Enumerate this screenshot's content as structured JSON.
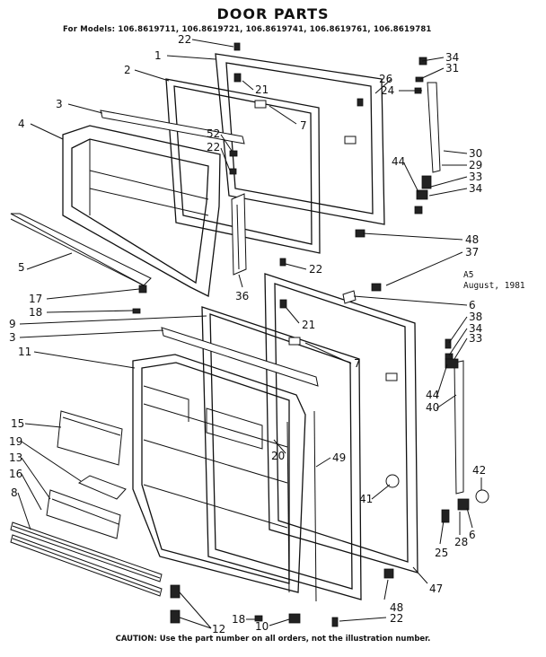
{
  "header": {
    "title": "DOOR PARTS",
    "models": "For Models: 106.8619711, 106.8619721, 106.8619741, 106.8619761, 106.8619781"
  },
  "note": {
    "code": "A5",
    "date": "August, 1981"
  },
  "footer": {
    "caution": "CAUTION: Use the part number on all orders, not the illustration number."
  },
  "callouts": {
    "c1": "1",
    "c2": "2",
    "c3a": "3",
    "c4": "4",
    "c5": "5",
    "c22a": "22",
    "c21a": "21",
    "c7a": "7",
    "c52": "52",
    "c22b": "22",
    "c17": "17",
    "c18a": "18",
    "c36": "36",
    "c34a": "34",
    "c31": "31",
    "c26": "26",
    "c24": "24",
    "c30": "30",
    "c29": "29",
    "c44a": "44",
    "c33a": "33",
    "c34b": "34",
    "c48a": "48",
    "c37": "37",
    "c22c": "22",
    "c21b": "21",
    "c9": "9",
    "c3b": "3",
    "c11": "11",
    "c6a": "6",
    "c38": "38",
    "c34c": "34",
    "c33b": "33",
    "c7b": "7",
    "c44b": "44",
    "c40": "40",
    "c15": "15",
    "c19": "19",
    "c13": "13",
    "c16": "16",
    "c8": "8",
    "c20": "20",
    "c49": "49",
    "c41": "41",
    "c42": "42",
    "c25": "25",
    "c28": "28",
    "c6b": "6",
    "c47": "47",
    "c48b": "48",
    "c22d": "22",
    "c18b": "18",
    "c10": "10",
    "c12": "12"
  }
}
